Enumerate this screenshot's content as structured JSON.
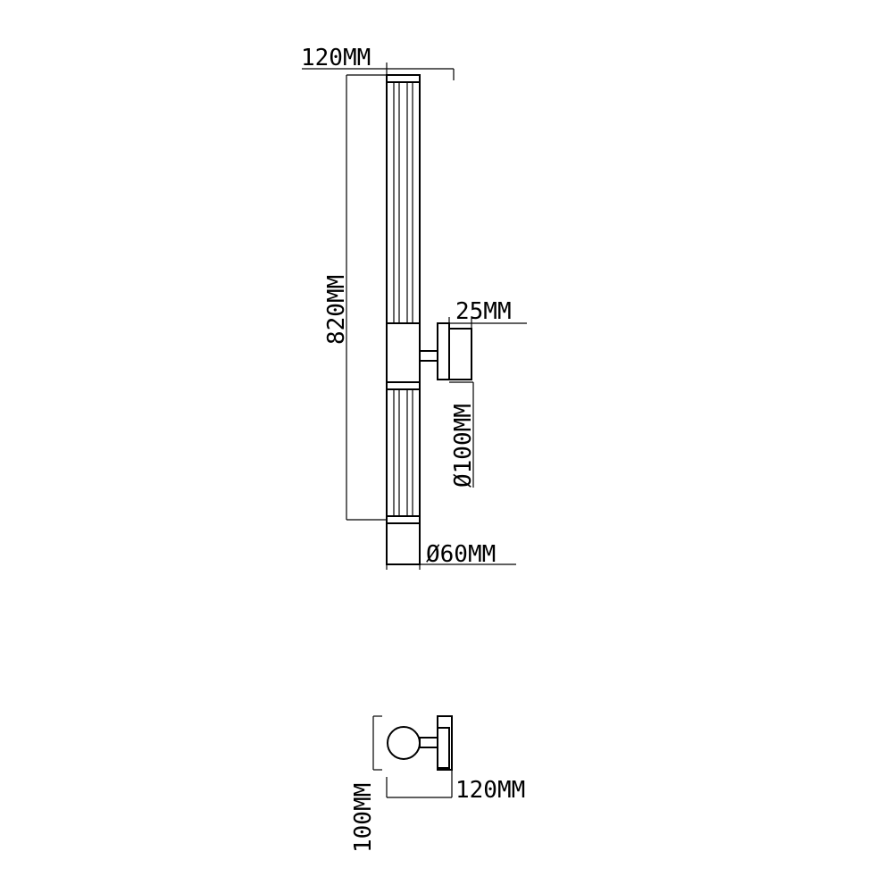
{
  "front_view": {
    "width_label": "120MM",
    "height_label": "820MM",
    "bracket_label": "25MM",
    "backplate_label": "Ø100MM",
    "tube_label": "Ø60MM"
  },
  "side_view": {
    "depth_label": "120MM",
    "height_label": "100MM"
  },
  "colors": {
    "line": "#000000",
    "background": "#ffffff"
  }
}
